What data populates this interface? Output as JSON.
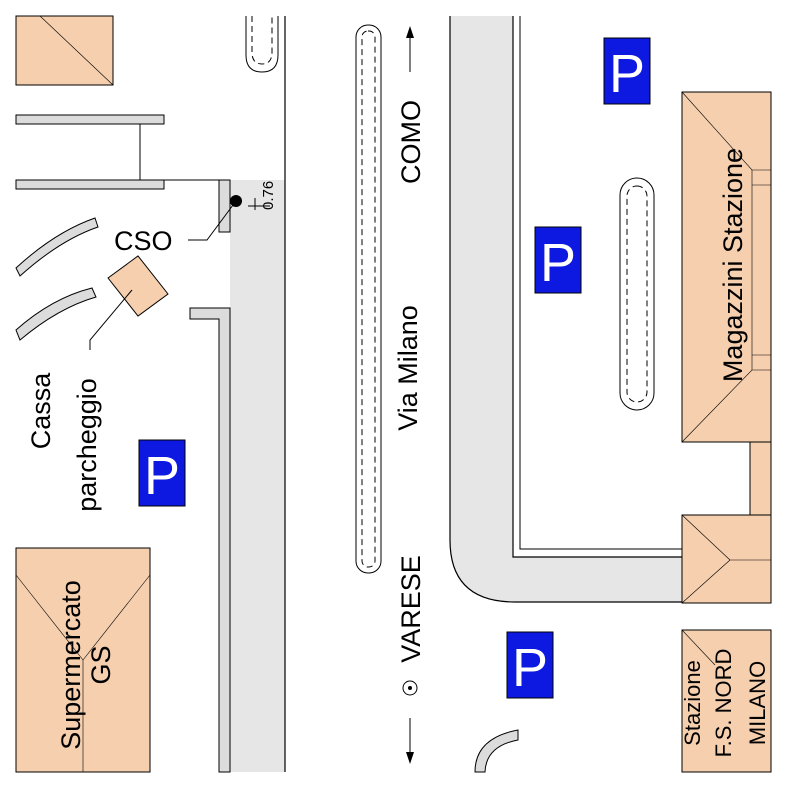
{
  "colors": {
    "building": "#f5cfae",
    "sidewalk": "#e6e6e6",
    "parking_sign": "#0d19e0",
    "line": "#000000"
  },
  "labels": {
    "cso": "CSO",
    "cassa_line1": "Cassa",
    "cassa_line2": "parcheggio",
    "supermercato_line1": "Supermercato",
    "supermercato_line2": "GS",
    "via_milano": "Via Milano",
    "como": "COMO",
    "varese": "VARESE",
    "magazzini": "Magazzini Stazione",
    "stazione_line1": "Stazione",
    "stazione_line2": "F.S. NORD",
    "stazione_line3": "MILANO",
    "elevation": "0.76",
    "parking": "P"
  },
  "icons": {
    "parking": "parking-sign-icon",
    "arrow_up": "arrow-up-icon",
    "arrow_down": "arrow-down-icon",
    "benchmark": "benchmark-icon",
    "manhole": "manhole-point-icon"
  }
}
